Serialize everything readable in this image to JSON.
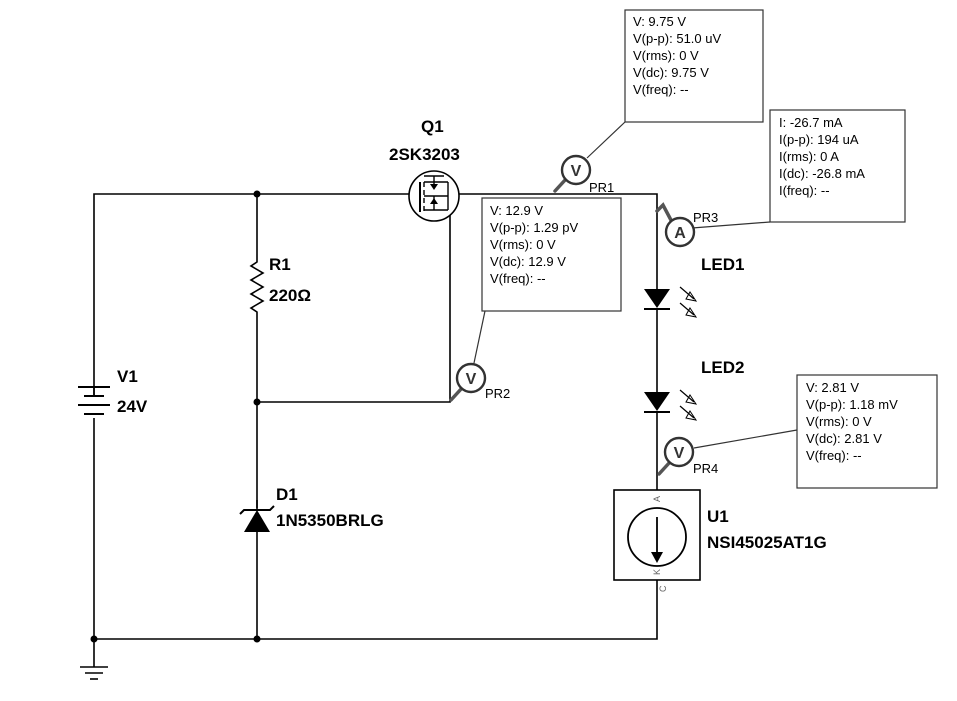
{
  "components": {
    "Q1": {
      "ref": "Q1",
      "part": "2SK3203"
    },
    "R1": {
      "ref": "R1",
      "value": "220Ω"
    },
    "V1": {
      "ref": "V1",
      "value": "24V"
    },
    "D1": {
      "ref": "D1",
      "part": "1N5350BRLG"
    },
    "LED1": {
      "ref": "LED1"
    },
    "LED2": {
      "ref": "LED2"
    },
    "U1": {
      "ref": "U1",
      "part": "NSI45025AT1G",
      "pin_a": "A",
      "pin_k": "K",
      "pin_c": "C"
    }
  },
  "probes": {
    "PR1": {
      "name": "PR1",
      "letter": "V",
      "lines": [
        "V: 9.75 V",
        "V(p-p): 51.0 uV",
        "V(rms): 0 V",
        "V(dc): 9.75 V",
        "V(freq): --"
      ]
    },
    "PR2": {
      "name": "PR2",
      "letter": "V",
      "lines": [
        "V: 12.9 V",
        "V(p-p): 1.29 pV",
        "V(rms): 0 V",
        "V(dc): 12.9 V",
        "V(freq): --"
      ]
    },
    "PR3": {
      "name": "PR3",
      "letter": "A",
      "lines": [
        "I: -26.7 mA",
        "I(p-p): 194 uA",
        "I(rms): 0 A",
        "I(dc): -26.8 mA",
        "I(freq): --"
      ]
    },
    "PR4": {
      "name": "PR4",
      "letter": "V",
      "lines": [
        "V: 2.81 V",
        "V(p-p): 1.18 mV",
        "V(rms): 0 V",
        "V(dc): 2.81 V",
        "V(freq): --"
      ]
    }
  }
}
